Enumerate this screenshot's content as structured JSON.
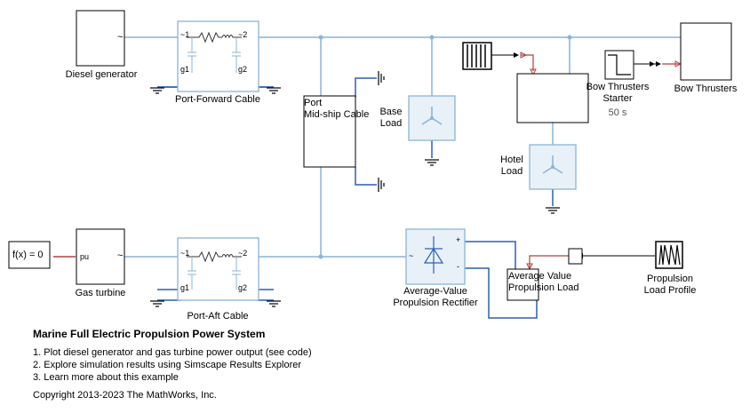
{
  "diagram": {
    "blocks": {
      "diesel_generator": "Diesel generator",
      "port_forward_cable": "Port-Forward Cable",
      "port_midship_cable": "Port\nMid-ship Cable",
      "base_load": "Base\nLoad",
      "hotel_load": "Hotel\nLoad",
      "bow_thrusters_starter": "Bow Thrusters\nStarter",
      "bow_thrusters_starter_param": "50 s",
      "bow_thrusters": "Bow Thrusters",
      "gas_turbine": "Gas turbine",
      "fx_block": "f(x) = 0",
      "port_aft_cable": "Port-Aft Cable",
      "rectifier": "Average-Value\nPropulsion Rectifier",
      "propulsion_load": "Average Value\nPropulsion Load",
      "propulsion_load_profile": "Propulsion\nLoad Profile"
    },
    "port_labels": {
      "tilde": "~",
      "pu": "pu",
      "n1": "~1",
      "n2": "~2",
      "g1": "g1",
      "g2": "g2",
      "plus": "+",
      "minus": "-"
    }
  },
  "notes": {
    "title": "Marine Full Electric Propulsion Power System",
    "items": [
      "1. Plot diesel generator and gas turbine power output (see code)",
      "2. Explore simulation results using Simscape Results Explorer",
      "3. Learn more about this example"
    ],
    "copyright": "Copyright 2013-2023 The MathWorks, Inc."
  },
  "colors": {
    "conn_electrical": "#8ab4d8",
    "conn_ground": "#2d5fb5",
    "signal_red": "#b04040",
    "block_border": "#000000",
    "load_fill": "#e8f1f8"
  }
}
